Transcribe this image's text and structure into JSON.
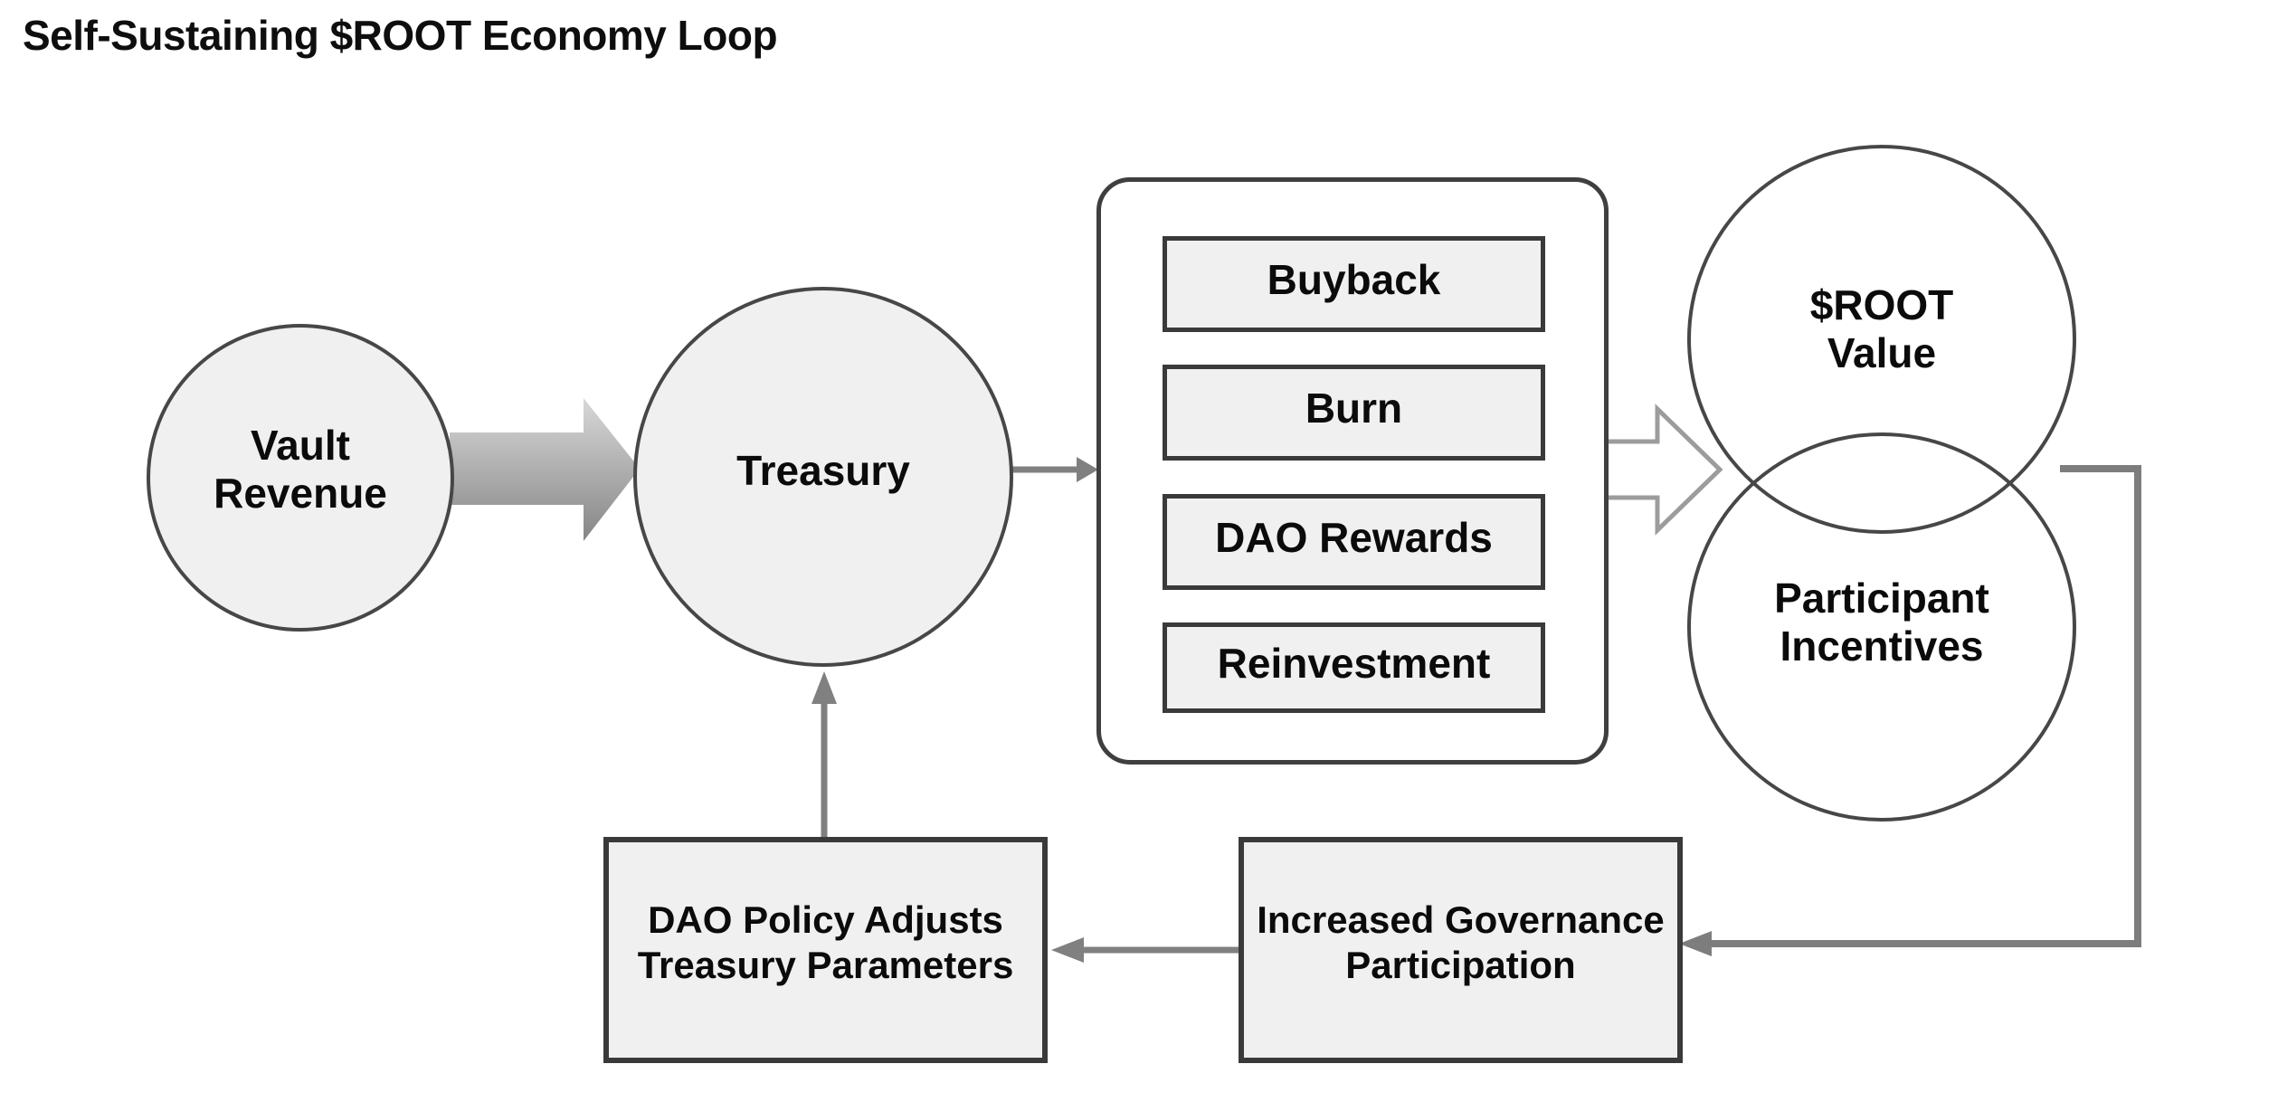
{
  "title": "Self-Sustaining $ROOT Economy Loop",
  "nodes": {
    "vault": {
      "line1": "Vault",
      "line2": "Revenue"
    },
    "treasury": {
      "label": "Treasury"
    },
    "allocations": {
      "items": [
        "Buyback",
        "Burn",
        "DAO Rewards",
        "Reinvestment"
      ]
    },
    "root_value": {
      "line1": "$ROOT",
      "line2": "Value"
    },
    "participant_incentives": {
      "line1": "Participant",
      "line2": "Incentives"
    },
    "governance": {
      "line1": "Increased Governance",
      "line2": "Participation"
    },
    "dao_policy": {
      "line1": "DAO Policy Adjusts",
      "line2": "Treasury Parameters"
    }
  },
  "colors": {
    "node_fill": "#f0f0f0",
    "node_border": "#474747",
    "box_border": "#3a3a3a",
    "connector_gray": "#808080",
    "loop_gray": "#7d7d7d",
    "open_arrow_outline": "#9c9c9c",
    "gradient_arrow_top": "#d8d8d8",
    "gradient_arrow_bottom": "#868686",
    "text": "#0b0b0b"
  }
}
